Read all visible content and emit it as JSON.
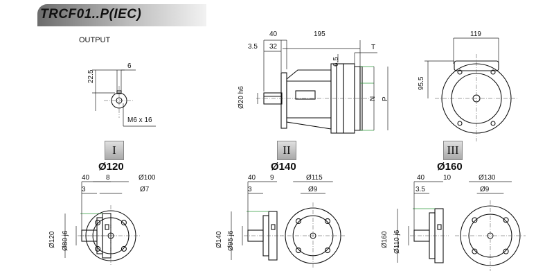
{
  "title": "TRCF01..P(IEC)",
  "output": {
    "label": "OUTPUT",
    "dim_height": "22.5",
    "dim_key": "6",
    "thread": "M6 x 16"
  },
  "main": {
    "dim_40": "40",
    "dim_195": "195",
    "dim_3_5": "3.5",
    "dim_32": "32",
    "dim_6_5": "6.5",
    "dim_T": "T",
    "dim_shaft": "Ø20 h6",
    "dim_N": "N",
    "dim_P": "P",
    "dim_119": "119",
    "dim_95_5": "95.5"
  },
  "variants": [
    {
      "roman": "I",
      "diameter": "Ø120",
      "d40": "40",
      "dflange": "8",
      "dstep": "3",
      "pcd": "Ø100",
      "hole": "Ø7",
      "P": "Ø120",
      "N": "Ø80 j6"
    },
    {
      "roman": "II",
      "diameter": "Ø140",
      "d40": "40",
      "dflange": "9",
      "dstep": "3",
      "pcd": "Ø115",
      "hole": "Ø9",
      "P": "Ø140",
      "N": "Ø95 j6"
    },
    {
      "roman": "III",
      "diameter": "Ø160",
      "d40": "40",
      "dflange": "10",
      "dstep": "3.5",
      "pcd": "Ø130",
      "hole": "Ø9",
      "P": "Ø160",
      "N": "Ø110 j6"
    }
  ],
  "colors": {
    "accent_line": "#2e9a3a",
    "title_gradient": "#6c6c6c"
  }
}
